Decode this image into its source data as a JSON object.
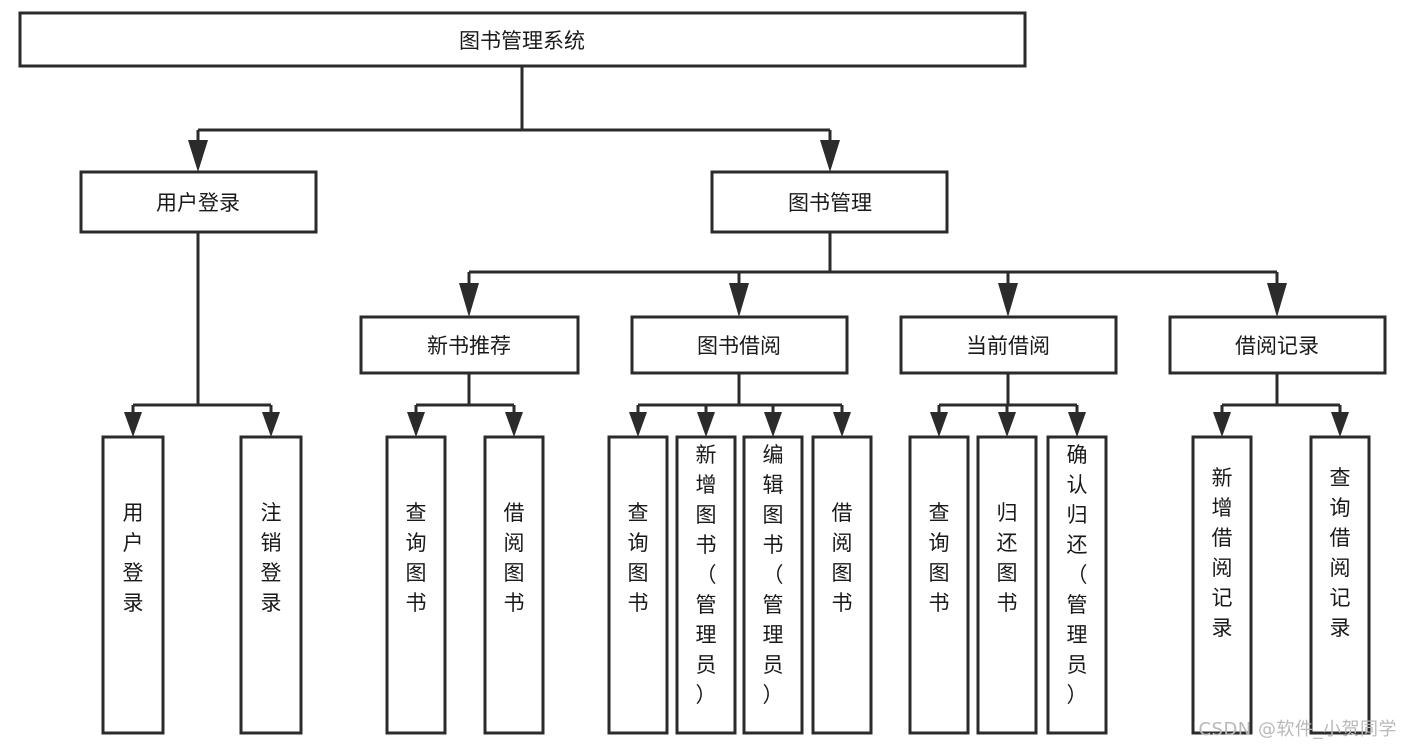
{
  "diagram": {
    "title": "图书管理系统",
    "type": "hierarchy-tree",
    "root": {
      "id": "root",
      "label": "图书管理系统"
    },
    "level2": [
      {
        "id": "user-login",
        "label": "用户登录"
      },
      {
        "id": "book-manage",
        "label": "图书管理"
      }
    ],
    "level3": [
      {
        "id": "new-book-recommend",
        "label": "新书推荐"
      },
      {
        "id": "book-borrow",
        "label": "图书借阅"
      },
      {
        "id": "current-borrow",
        "label": "当前借阅"
      },
      {
        "id": "borrow-record",
        "label": "借阅记录"
      }
    ],
    "leaves": {
      "user-login": [
        {
          "id": "leaf-user-login",
          "label": "用户登录"
        },
        {
          "id": "leaf-logout-login",
          "label": "注销登录"
        }
      ],
      "new-book-recommend": [
        {
          "id": "leaf-query-book-1",
          "label": "查询图书"
        },
        {
          "id": "leaf-borrow-book-1",
          "label": "借阅图书"
        }
      ],
      "book-borrow": [
        {
          "id": "leaf-query-book-2",
          "label": "查询图书"
        },
        {
          "id": "leaf-add-book",
          "label": "新增图书（管理员）"
        },
        {
          "id": "leaf-edit-book",
          "label": "编辑图书（管理员）"
        },
        {
          "id": "leaf-borrow-book-2",
          "label": "借阅图书"
        }
      ],
      "current-borrow": [
        {
          "id": "leaf-query-book-3",
          "label": "查询图书"
        },
        {
          "id": "leaf-return-book",
          "label": "归还图书"
        },
        {
          "id": "leaf-confirm-return",
          "label": "确认归还（管理员）"
        }
      ],
      "borrow-record": [
        {
          "id": "leaf-add-record",
          "label": "新增借阅记录"
        },
        {
          "id": "leaf-query-record",
          "label": "查询借阅记录"
        }
      ]
    },
    "colors": {
      "box_fill": "#ffffff",
      "box_stroke": "#2b2b2b",
      "text": "#1a1a1a",
      "background": "#ffffff",
      "watermark": "#b9b9b9"
    }
  },
  "watermark": {
    "text": "CSDN @软件_小贺同学"
  }
}
